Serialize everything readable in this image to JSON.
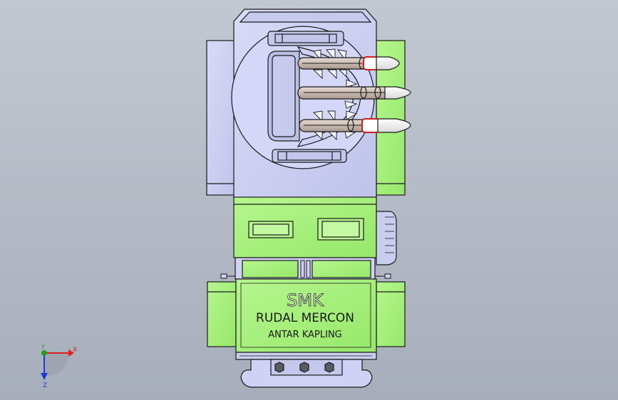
{
  "vehicle": {
    "label_brand": "SMK",
    "label_title": "RUDAL MERCON",
    "label_subtitle": "ANTAR KAPLING"
  },
  "triad": {
    "x_label": "X",
    "y_label": "Y",
    "z_label": "Z"
  },
  "colors": {
    "body_lavender": "#cdd1f2",
    "body_green": "#a6f27a",
    "outline": "#1a1a1a",
    "missile_tip_red": "#d21e1e",
    "axis_x": "#e01e1e",
    "axis_y": "#1ea01e",
    "axis_z": "#1e3cd2"
  }
}
